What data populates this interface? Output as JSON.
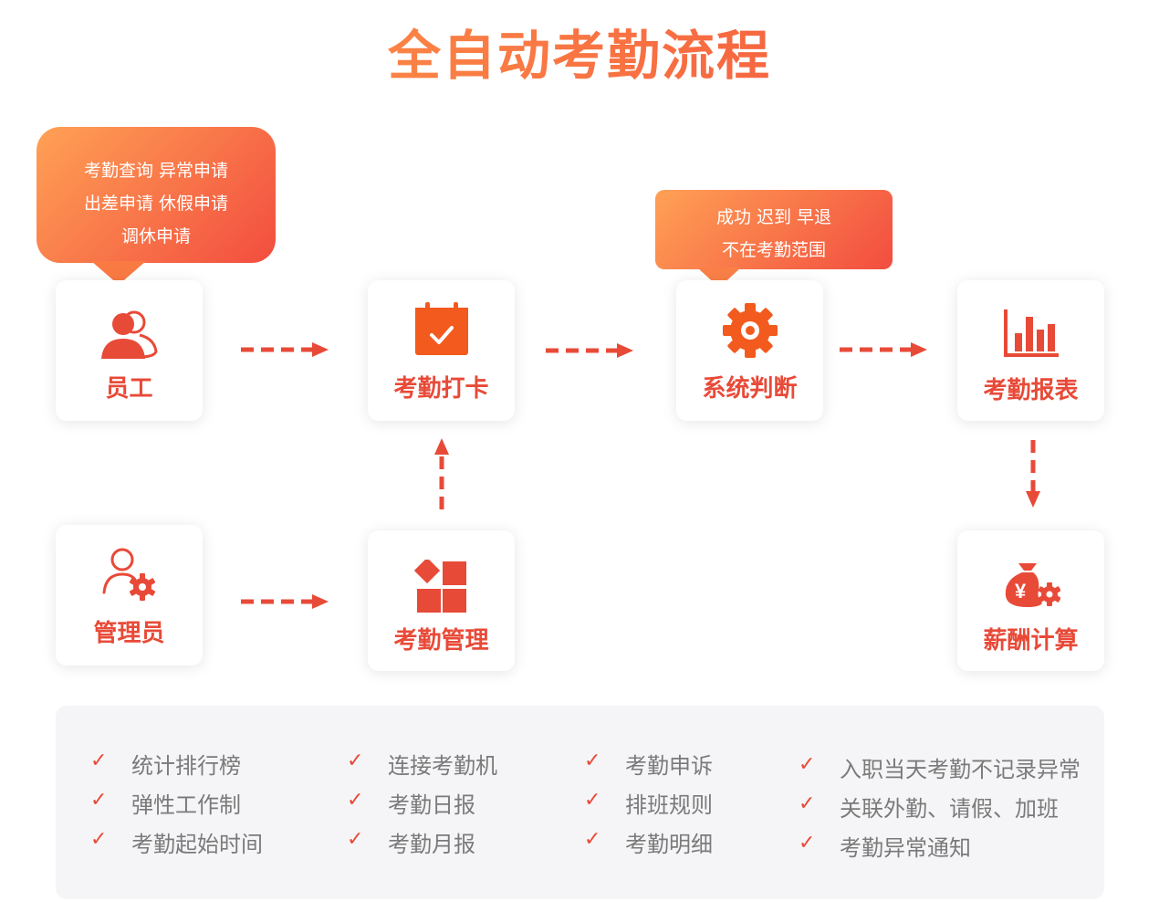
{
  "title": "全自动考勤流程",
  "bubbles": {
    "employee": [
      "考勤查询  异常申请",
      "出差申请  休假申请",
      "调休申请"
    ],
    "system": [
      "成功  迟到   早退",
      "不在考勤范围"
    ]
  },
  "nodes": {
    "employee": "员工",
    "clock_in": "考勤打卡",
    "system": "系统判断",
    "report": "考勤报表",
    "admin": "管理员",
    "manage": "考勤管理",
    "salary": "薪酬计算"
  },
  "features": [
    [
      "统计排行榜",
      "弹性工作制",
      "考勤起始时间"
    ],
    [
      "连接考勤机",
      "考勤日报",
      "考勤月报"
    ],
    [
      "考勤申诉",
      "排班规则",
      "考勤明细"
    ],
    [
      "入职当天考勤不记录异常",
      "关联外勤、请假、加班",
      "考勤异常通知"
    ]
  ],
  "colors": {
    "accent": "#e84a38",
    "gradient_start": "#ffa04a",
    "gradient_end": "#f24a3c",
    "icon_orange": "#f25a1e"
  }
}
